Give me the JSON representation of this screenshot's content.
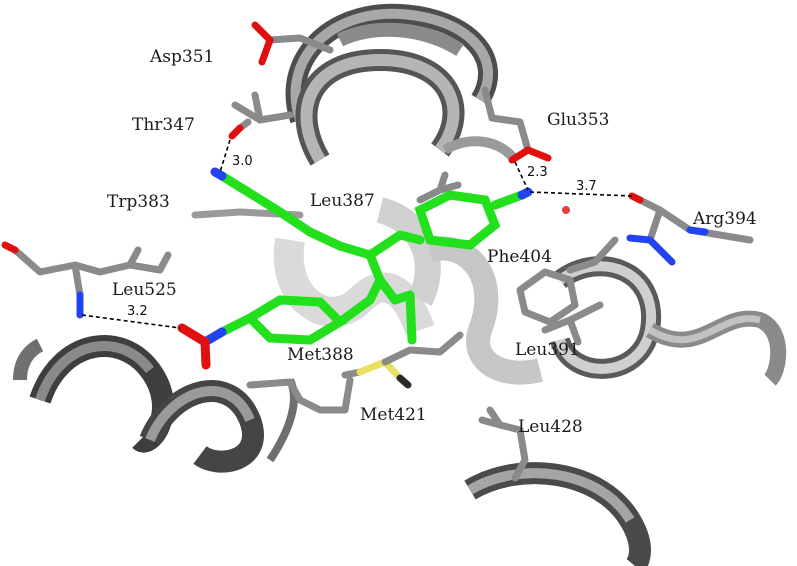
{
  "colors": {
    "background": "#ffffff",
    "ribbon": "#8c8c8c",
    "ribbon_light": "#c9c9c9",
    "ribbon_dark": "#4a4a4a",
    "carbon": "#8a8a8a",
    "ligand": "#22e01c",
    "oxygen": "#e01010",
    "nitrogen": "#2244ee",
    "sulfur": "#e8e060",
    "hbond": "#000000",
    "water": "#e04040"
  },
  "residue_labels": {
    "asp351": "Asp351",
    "thr347": "Thr347",
    "glu353": "Glu353",
    "trp383": "Trp383",
    "leu387": "Leu387",
    "arg394": "Arg394",
    "phe404": "Phe404",
    "leu525": "Leu525",
    "leu391": "Leu391",
    "met388": "Met388",
    "met421": "Met421",
    "leu428": "Leu428"
  },
  "distance_labels": {
    "thr347_hbond": "3.0",
    "glu353_hbond": "2.3",
    "water_hbond": "3.7",
    "leu525_hbond": "3.2"
  }
}
